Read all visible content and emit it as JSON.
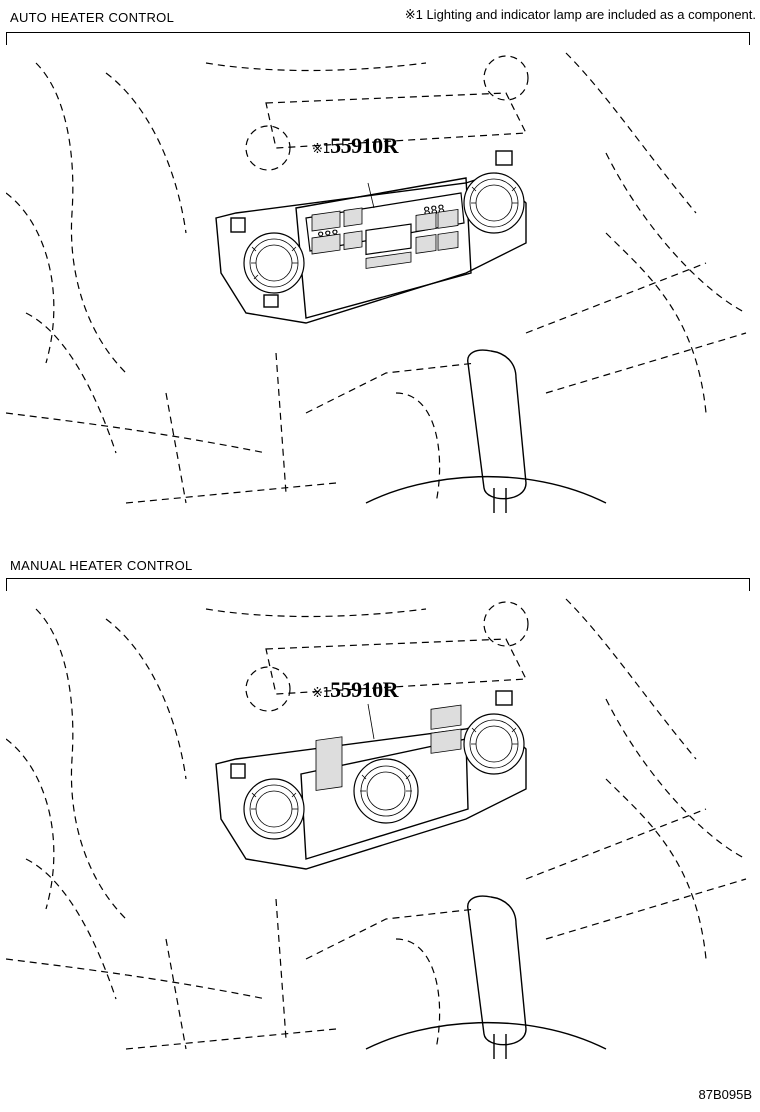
{
  "sections": [
    {
      "title": "AUTO HEATER CONTROL",
      "part_number": "55910R",
      "part_mark": "※1"
    },
    {
      "title": "MANUAL HEATER CONTROL",
      "part_number": "55910R",
      "part_mark": "※1"
    }
  ],
  "footnote": "※1 Lighting and indicator lamp are included as a component.",
  "diagram_code": "87B095B",
  "auto_panel": {
    "display_left": "888",
    "display_right": "888"
  },
  "icons": [
    "defrost-icon",
    "fan-icon",
    "seat-heater-icon",
    "ac-icon",
    "recirculation-icon",
    "rear-defrost-icon"
  ]
}
